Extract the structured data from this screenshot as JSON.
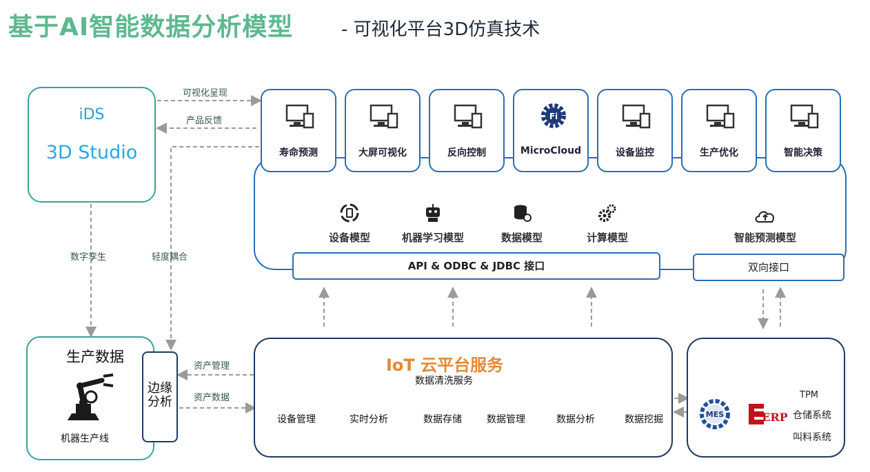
{
  "title": {
    "main": "基于AI智能数据分析模型",
    "sub": "- 可视化平台3D仿真技术"
  },
  "studio": {
    "line1": "iDS",
    "line2": "3D Studio"
  },
  "links": {
    "visual": "可视化呈现",
    "feedback": "产品反馈",
    "digital_twin": "数字孪生",
    "light_coupling": "轻度耦合",
    "asset_mgmt": "资产管理",
    "asset_data": "资产数据"
  },
  "apps": [
    {
      "label": "寿命预测",
      "icon": "monitor-icon"
    },
    {
      "label": "大屏可视化",
      "icon": "monitor-icon"
    },
    {
      "label": "反向控制",
      "icon": "monitor-icon"
    },
    {
      "label": "MicroCloud",
      "icon": "gear-logo-icon"
    },
    {
      "label": "设备监控",
      "icon": "monitor-icon"
    },
    {
      "label": "生产优化",
      "icon": "monitor-icon"
    },
    {
      "label": "智能决策",
      "icon": "monitor-icon"
    }
  ],
  "models": [
    {
      "label": "设备模型",
      "icon": "device-cycle-icon"
    },
    {
      "label": "机器学习模型",
      "icon": "robot-icon"
    },
    {
      "label": "数据模型",
      "icon": "database-icon"
    },
    {
      "label": "计算模型",
      "icon": "gears-icon"
    },
    {
      "label": "智能预测模型",
      "icon": "cloud-icon"
    }
  ],
  "interfaces": {
    "api": "API & ODBC & JDBC 接口",
    "bidirectional": "双向接口"
  },
  "production": {
    "title": "生产数据",
    "line": "机器生产线",
    "edge": "边缘\n分析"
  },
  "iot": {
    "title_prefix": "IoT",
    "title_rest": " 云平台服务",
    "cleaning": "数据清洗服务",
    "flow": [
      "设备管理",
      "实时分析",
      "数据存储",
      "数据管理",
      "数据分析",
      "数据挖掘"
    ]
  },
  "external": {
    "mes": "MES",
    "erp": "ERP",
    "tpm": "TPM",
    "warehouse": "仓储系统",
    "material": "叫料系统"
  },
  "colors": {
    "title_green": "#5cb98f",
    "iot_orange": "#e3893a",
    "studio_blue": "#2aa7e6",
    "border_teal": "#39a39a",
    "border_navy": "#1f3a5f",
    "card_blue": "#2a6db5"
  }
}
